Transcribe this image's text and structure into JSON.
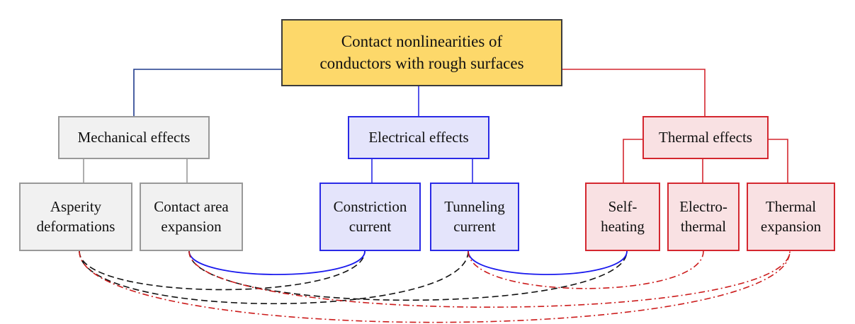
{
  "title": "Contact nonlinearities of\nconductors with rough surfaces",
  "colors": {
    "root_fill": "#fdd86a",
    "mechanical": "#999999",
    "electrical": "#2a2ae6",
    "thermal": "#d4272f",
    "root_left_link": "#1f3a8c",
    "coupling_black": "#111111",
    "coupling_blue": "#1a1aee",
    "coupling_red": "#cc1c1c"
  },
  "groups": [
    {
      "id": "mechanical",
      "label": "Mechanical effects",
      "children": [
        {
          "id": "asperity",
          "label": "Asperity\ndeformations"
        },
        {
          "id": "contact_area",
          "label": "Contact area\nexpansion"
        }
      ]
    },
    {
      "id": "electrical",
      "label": "Electrical effects",
      "children": [
        {
          "id": "constriction",
          "label": "Constriction\ncurrent"
        },
        {
          "id": "tunneling",
          "label": "Tunneling\ncurrent"
        }
      ]
    },
    {
      "id": "thermal",
      "label": "Thermal effects",
      "children": [
        {
          "id": "self_heating",
          "label": "Self-\nheating"
        },
        {
          "id": "electro_thermal",
          "label": "Electro-\nthermal"
        },
        {
          "id": "thermal_expansion",
          "label": "Thermal\nexpansion"
        }
      ]
    }
  ],
  "couplings": [
    {
      "from": "asperity",
      "to": "constriction",
      "style": "dashed",
      "color": "black"
    },
    {
      "from": "asperity",
      "to": "tunneling",
      "style": "dashed",
      "color": "black"
    },
    {
      "from": "asperity",
      "to": "thermal_expansion",
      "style": "dash-dot",
      "color": "red"
    },
    {
      "from": "contact_area",
      "to": "constriction",
      "style": "solid",
      "color": "blue"
    },
    {
      "from": "contact_area",
      "to": "self_heating",
      "style": "dashed",
      "color": "black"
    },
    {
      "from": "contact_area",
      "to": "thermal_expansion",
      "style": "dash-dot",
      "color": "red"
    },
    {
      "from": "tunneling",
      "to": "self_heating",
      "style": "solid",
      "color": "blue"
    },
    {
      "from": "tunneling",
      "to": "electro_thermal",
      "style": "dash-dot",
      "color": "red"
    }
  ]
}
